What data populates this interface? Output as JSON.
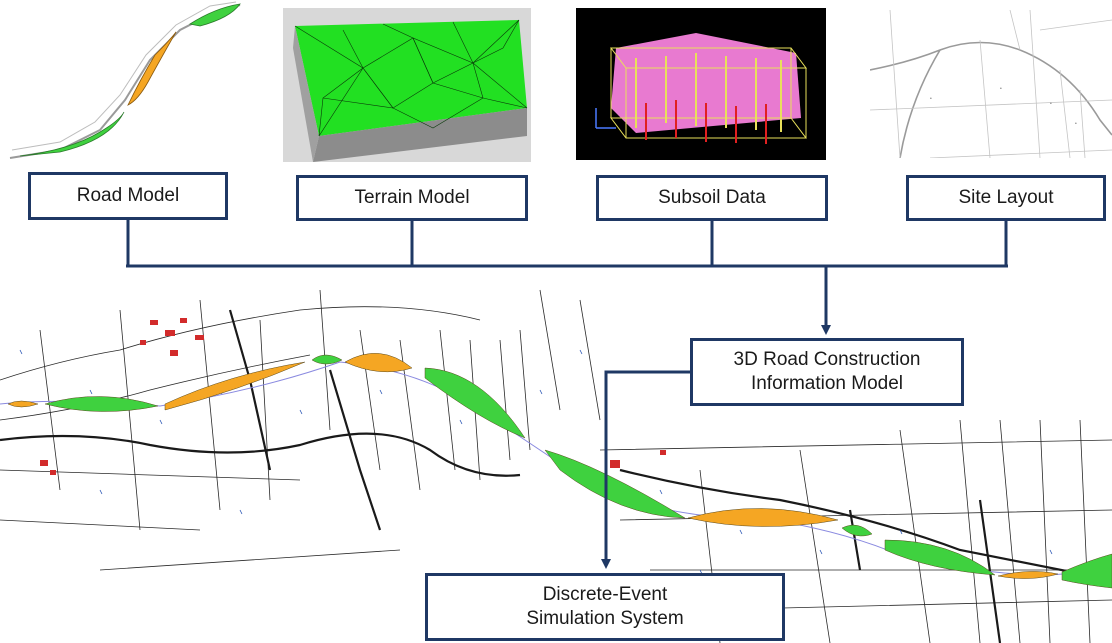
{
  "inputs": [
    {
      "id": "road",
      "label": "Road Model"
    },
    {
      "id": "terrain",
      "label": "Terrain Model"
    },
    {
      "id": "subsoil",
      "label": "Subsoil Data"
    },
    {
      "id": "site",
      "label": "Site Layout"
    }
  ],
  "model": {
    "line1": "3D Road Construction",
    "line2": "Information Model"
  },
  "simulation": {
    "line1": "Discrete-Event",
    "line2": "Simulation System"
  },
  "colors": {
    "box_border": "#1f3864",
    "connector": "#1f3864",
    "fill_green": "#3fd13f",
    "cut_orange": "#f5a623",
    "terrain_green": "#22e022",
    "subsoil_pink": "#e87ad0",
    "subsoil_bg": "#000000",
    "building_red": "#d22b2b"
  }
}
